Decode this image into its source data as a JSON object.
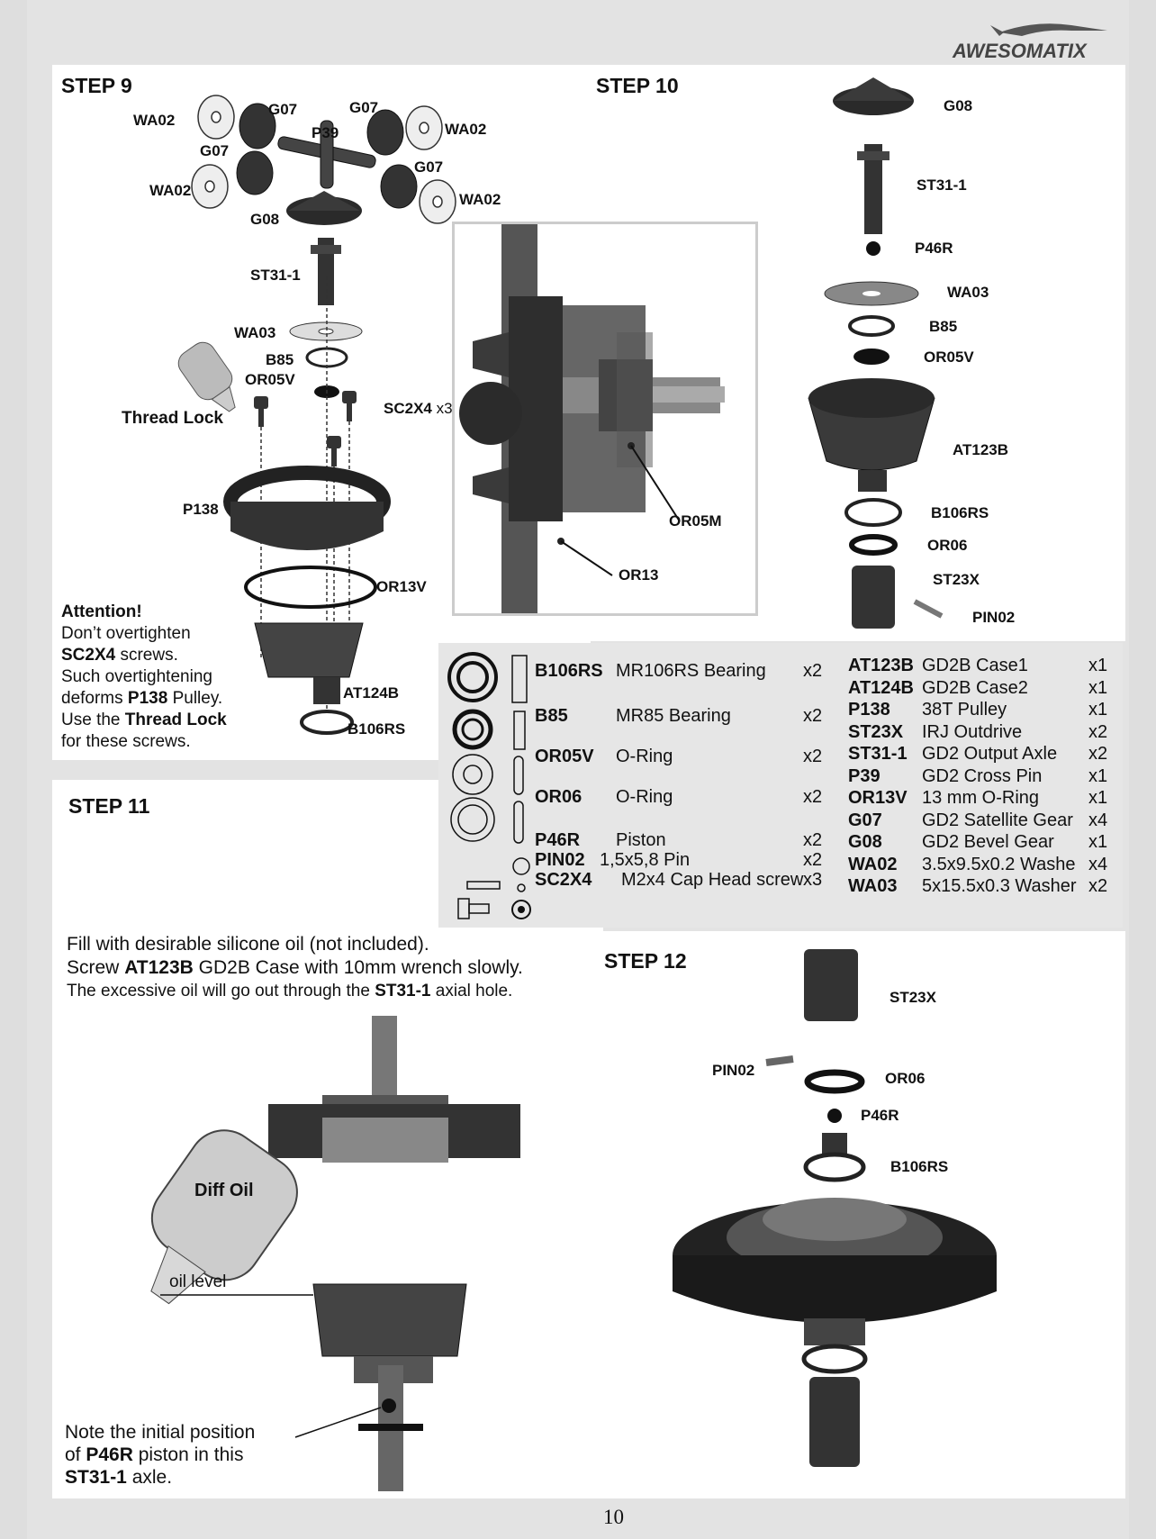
{
  "brand": {
    "name": "AWESOMATIX"
  },
  "page_number": "10",
  "step9": {
    "title": "STEP 9",
    "labels": {
      "wa02_a": "WA02",
      "wa02_b": "WA02",
      "wa02_c": "WA02",
      "wa02_d": "WA02",
      "g07_a": "G07",
      "g07_b": "G07",
      "g07_c": "G07",
      "g07_d": "G07",
      "p39": "P39",
      "g08": "G08",
      "st31": "ST31-1",
      "wa03": "WA03",
      "b85": "B85",
      "or05v": "OR05V",
      "thread_lock": "Thread Lock",
      "sc2x4": "SC2X4",
      "sc2x4_qty": "x3",
      "p138": "P138",
      "or13v": "OR13V",
      "at124b": "AT124B",
      "b106rs": "B106RS"
    },
    "attention": {
      "heading": "Attention!",
      "l1": "Don’t overtighten",
      "l2_b": "SC2X4",
      "l2": " screws.",
      "l3": "Such overtightening",
      "l4": "deforms ",
      "l4_b": "P138",
      "l4_2": " Pulley.",
      "l5": "Use the ",
      "l5_b": "Thread Lock",
      "l6": "for these screws."
    }
  },
  "detail": {
    "or05m": "OR05M",
    "or13": "OR13"
  },
  "step10": {
    "title": "STEP 10",
    "labels": {
      "g08": "G08",
      "st31": "ST31-1",
      "p46r": "P46R",
      "wa03": "WA03",
      "b85": "B85",
      "or05v": "OR05V",
      "at123b": "AT123B",
      "b106rs": "B106RS",
      "or06": "OR06",
      "st23x": "ST23X",
      "pin02": "PIN02"
    }
  },
  "parts_left": [
    {
      "code": "B106RS",
      "desc": "MR106RS Bearing",
      "qty": "x2"
    },
    {
      "code": "B85",
      "desc": "MR85 Bearing",
      "qty": "x2"
    },
    {
      "code": "OR05V",
      "desc": "O-Ring",
      "qty": "x2"
    },
    {
      "code": "OR06",
      "desc": "O-Ring",
      "qty": "x2"
    },
    {
      "code": "P46R",
      "desc": "Piston",
      "qty": "x2"
    },
    {
      "code": "PIN02",
      "desc": "1,5x5,8 Pin",
      "qty": "x2"
    },
    {
      "code": "SC2X4",
      "desc": "M2x4 Cap Head screw",
      "qty": "x3"
    }
  ],
  "parts_right": [
    {
      "code": "AT123B",
      "desc": "GD2B Case1",
      "qty": "x1"
    },
    {
      "code": "AT124B",
      "desc": "GD2B Case2",
      "qty": "x1"
    },
    {
      "code": "P138",
      "desc": "38T Pulley",
      "qty": "x1"
    },
    {
      "code": "ST23X",
      "desc": "IRJ Outdrive",
      "qty": "x2"
    },
    {
      "code": "ST31-1",
      "desc": "GD2 Output Axle",
      "qty": "x2"
    },
    {
      "code": "P39",
      "desc": "GD2 Cross Pin",
      "qty": "x1"
    },
    {
      "code": "OR13V",
      "desc": "13 mm O-Ring",
      "qty": "x1"
    },
    {
      "code": "G07",
      "desc": "GD2 Satellite Gear",
      "qty": "x4"
    },
    {
      "code": "G08",
      "desc": "GD2 Bevel Gear",
      "qty": "x1"
    },
    {
      "code": "WA02",
      "desc": "3.5x9.5x0.2 Washe",
      "qty": "x4"
    },
    {
      "code": "WA03",
      "desc": "5x15.5x0.3 Washer",
      "qty": "x2"
    }
  ],
  "step11": {
    "title": "STEP 11",
    "fill": {
      "l1": "Fill with desirable silicone oil (not included).",
      "l2a": "Screw ",
      "l2b": "AT123B",
      "l2c": " GD2B Case with 10mm wrench slowly.",
      "l3a": "The excessive oil will go out through the ",
      "l3b": "ST31-1",
      "l3c": " axial hole."
    },
    "diff_oil": "Diff Oil",
    "oil_level": "oil level",
    "note": {
      "l1": "Note the initial position",
      "l2a": "of ",
      "l2b": "P46R",
      "l2c": " piston in this",
      "l3a": "ST31-1",
      "l3b": " axle."
    }
  },
  "step12": {
    "title": "STEP 12",
    "labels": {
      "st23x": "ST23X",
      "pin02": "PIN02",
      "or06": "OR06",
      "p46r": "P46R",
      "b106rs": "B106RS"
    }
  }
}
